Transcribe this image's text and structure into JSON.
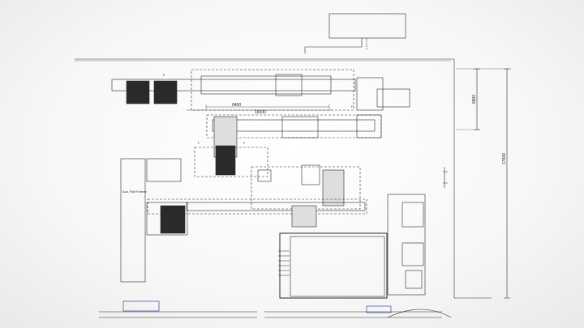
{
  "drawing": {
    "dimensions": {
      "d6400": "6400",
      "d16000": "16000",
      "d6800": "6800",
      "d17600": "17600"
    },
    "labels": {
      "storage_label": "Aux. Roll Former",
      "station_mark": "F"
    }
  },
  "colors": {
    "line": "#2a2a2a",
    "accent": "#1c2a8a",
    "background": "#f7f7f7"
  }
}
